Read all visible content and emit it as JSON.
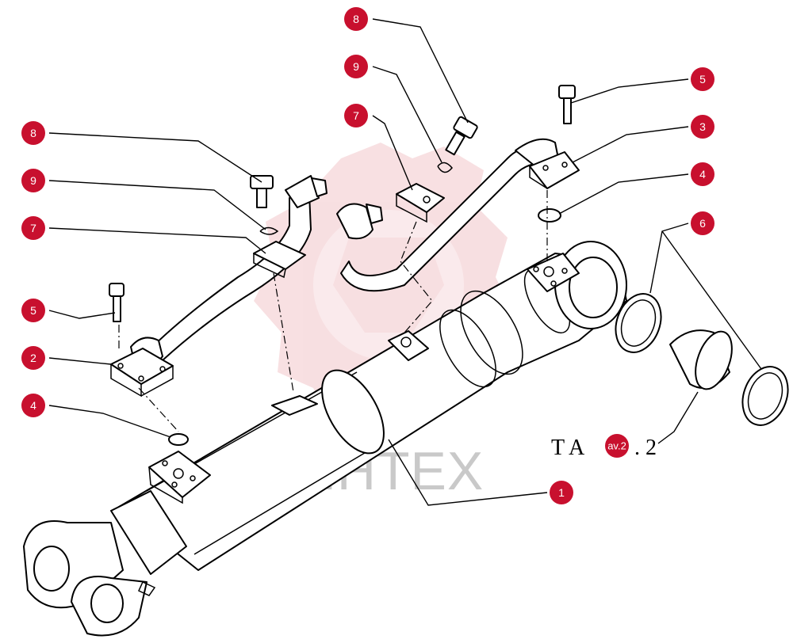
{
  "watermark": {
    "text": "ИНТЕХ",
    "color": "#e8a8ae"
  },
  "table_label": {
    "left": "T A",
    "badge": "av.2",
    "right": ".  2"
  },
  "callouts": [
    {
      "id": "c8a",
      "label": "8"
    },
    {
      "id": "c9a",
      "label": "9"
    },
    {
      "id": "c7a",
      "label": "7"
    },
    {
      "id": "c5a",
      "label": "5"
    },
    {
      "id": "c3",
      "label": "3"
    },
    {
      "id": "c4a",
      "label": "4"
    },
    {
      "id": "c6",
      "label": "6"
    },
    {
      "id": "c8b",
      "label": "8"
    },
    {
      "id": "c9b",
      "label": "9"
    },
    {
      "id": "c7b",
      "label": "7"
    },
    {
      "id": "c5b",
      "label": "5"
    },
    {
      "id": "c2",
      "label": "2"
    },
    {
      "id": "c4b",
      "label": "4"
    },
    {
      "id": "c1",
      "label": "1"
    }
  ],
  "colors": {
    "callout": "#c8102e",
    "line": "#000000"
  }
}
